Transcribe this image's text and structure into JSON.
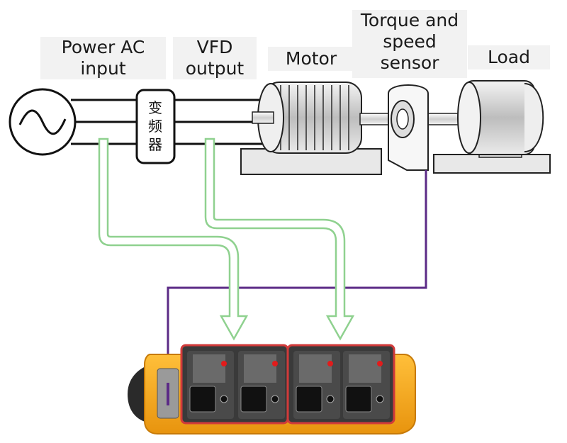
{
  "labels": {
    "power_ac_input": [
      "Power AC",
      "input"
    ],
    "vfd_output": [
      "VFD",
      "output"
    ],
    "motor": "Motor",
    "torque_speed_sensor": [
      "Torque and",
      "speed",
      "sensor"
    ],
    "load": "Load"
  },
  "vfd_box_text": [
    "变",
    "频",
    "器"
  ],
  "colors": {
    "wire": "#111111",
    "signal_arrow": "#8fd18f",
    "sensor_cable": "#5b2a86",
    "analyzer_body": "#f3a31c",
    "analyzer_border": "#d13a3a",
    "terminal_red": "#e21b1b"
  },
  "icons": {
    "ac_source": "sine-wave-icon",
    "analyzer": "power-analyzer-device"
  }
}
